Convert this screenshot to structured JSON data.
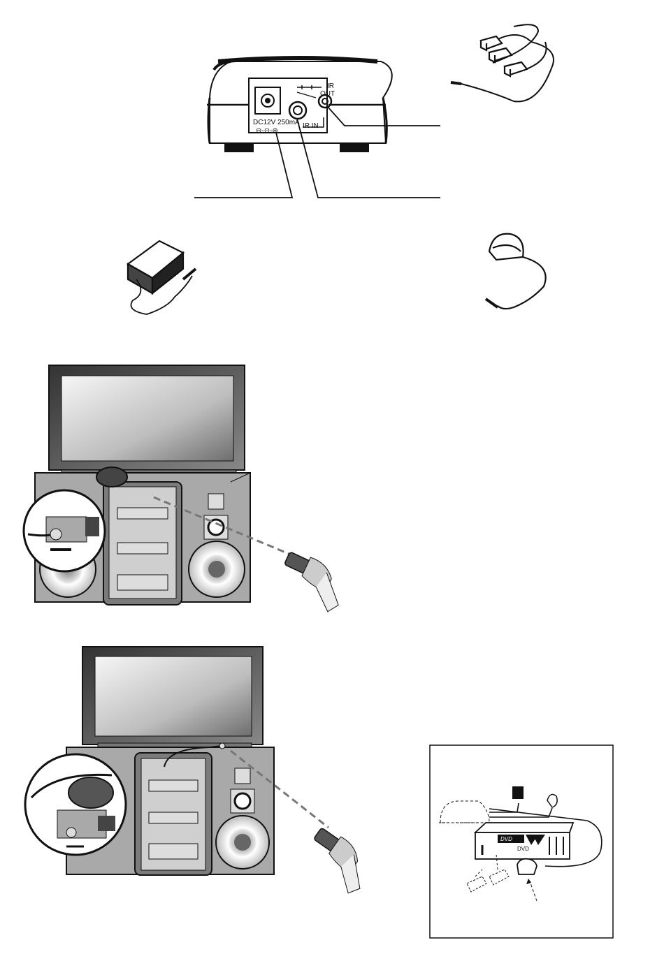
{
  "base_unit": {
    "power_label": "DC12V  250mA",
    "ir_in_label": "IR IN",
    "ir_out_label": "IR",
    "ir_out_label2": "OUT"
  },
  "inset": {
    "dvd_label_1": "DVD",
    "dvd_label_2": "DVD"
  },
  "colors": {
    "ink": "#111111",
    "cabinet": "#a9a9a9",
    "screen_light": "#f2f2f2",
    "screen_dark": "#7a7a7a"
  }
}
